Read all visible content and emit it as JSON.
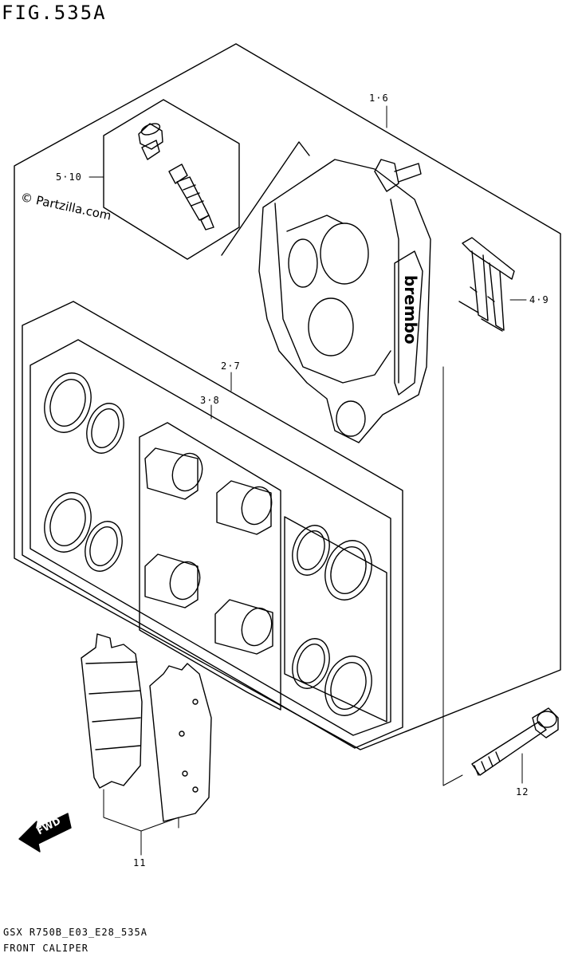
{
  "figure": {
    "title": "FIG.535A",
    "watermark": "© Partzilla.com",
    "fwd_label": "FWD"
  },
  "callouts": {
    "c_1_6": "1·6",
    "c_5_10": "5·10",
    "c_4_9": "4·9",
    "c_2_7": "2·7",
    "c_3_8": "3·8",
    "c_12": "12",
    "c_11": "11"
  },
  "footer": {
    "model_code": "GSX R750B_E03_E28_535A",
    "section_name": "FRONT CALIPER"
  },
  "caliper_logo": "brembo"
}
